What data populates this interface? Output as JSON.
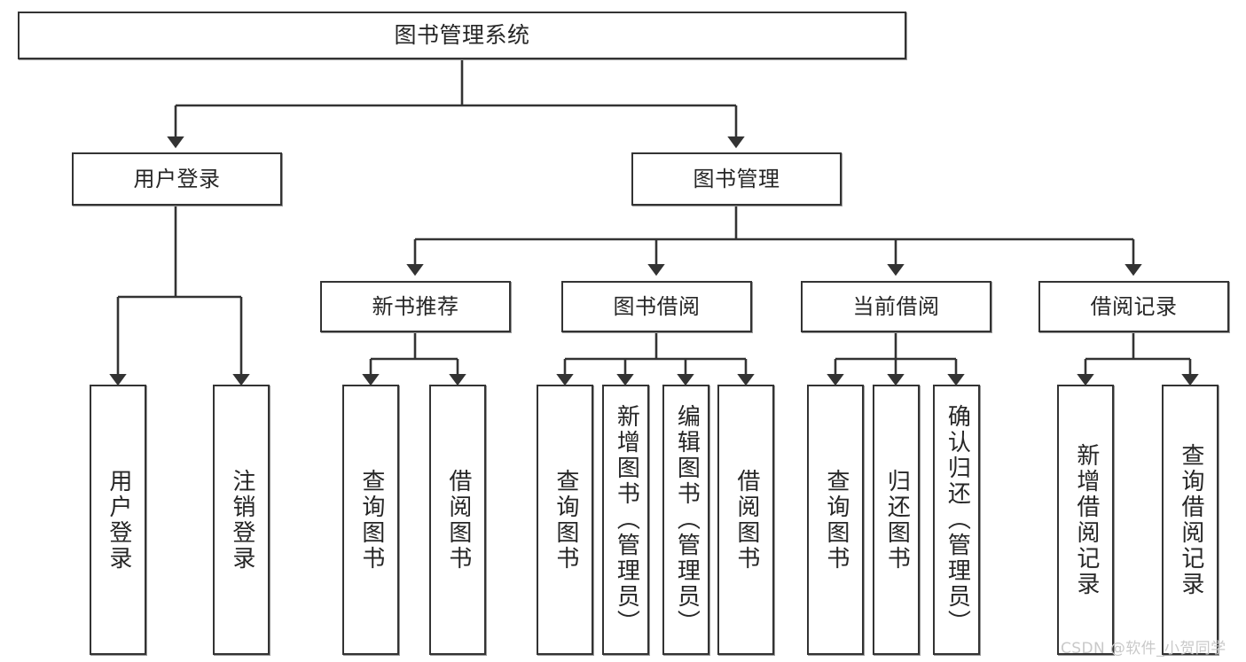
{
  "diagram": {
    "title": "图书管理系统",
    "type": "hierarchy-tree",
    "line_color": "#333333",
    "box_fill": "#ffffff",
    "text_color": "#262626",
    "watermark": "CSDN @软件_小贺同学"
  },
  "nodes": {
    "root": {
      "label": "图书管理系统"
    },
    "level1": [
      {
        "label": "用户登录"
      },
      {
        "label": "图书管理"
      }
    ],
    "level2": [
      {
        "label": "新书推荐"
      },
      {
        "label": "图书借阅"
      },
      {
        "label": "当前借阅"
      },
      {
        "label": "借阅记录"
      }
    ],
    "leaves_user_login": [
      {
        "label": "用户登录"
      },
      {
        "label": "注销登录"
      }
    ],
    "leaves_new_book": [
      {
        "label": "查询图书"
      },
      {
        "label": "借阅图书"
      }
    ],
    "leaves_borrow": [
      {
        "label": "查询图书"
      },
      {
        "label": "新增图书（管理员）"
      },
      {
        "label": "编辑图书（管理员）"
      },
      {
        "label": "借阅图书"
      }
    ],
    "leaves_current": [
      {
        "label": "查询图书"
      },
      {
        "label": "归还图书"
      },
      {
        "label": "确认归还（管理员）"
      }
    ],
    "leaves_records": [
      {
        "label": "新增借阅记录"
      },
      {
        "label": "查询借阅记录"
      }
    ]
  }
}
